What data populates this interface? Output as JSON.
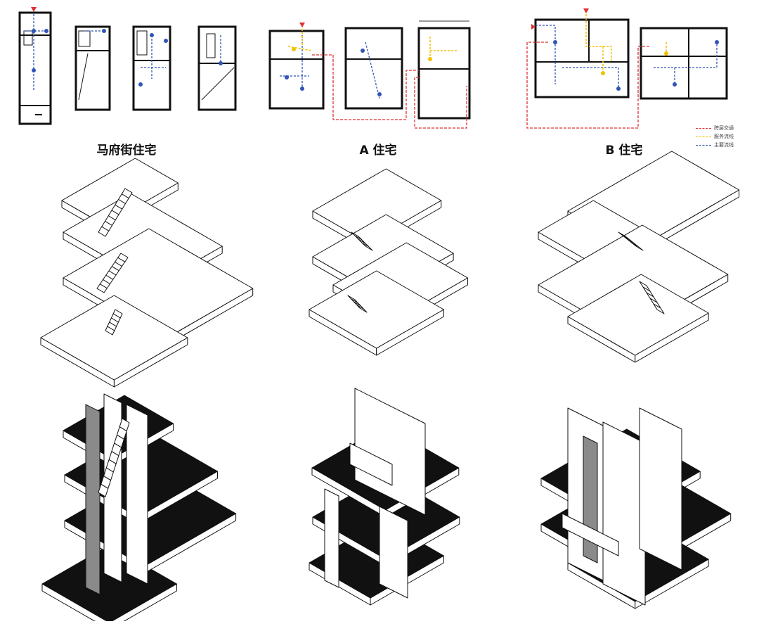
{
  "captions": {
    "mafu": "马府街住宅",
    "house_a": "A 住宅",
    "house_b": "B 住宅"
  },
  "legend": [
    {
      "label": "跨层交通",
      "color": "#e03030"
    },
    {
      "label": "服务流线",
      "color": "#f2c200"
    },
    {
      "label": "主要流线",
      "color": "#2f55b5"
    }
  ],
  "colors": {
    "wall": "#111111",
    "slab_top": "#ffffff",
    "cut_slab": "#111111",
    "wall_shade": "#8a8a8a",
    "main_flow": "#2f55b5",
    "service_flow": "#f2c200",
    "cross_floor": "#e03030"
  }
}
